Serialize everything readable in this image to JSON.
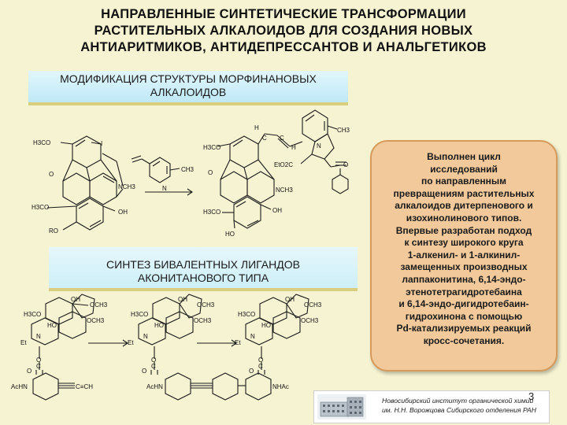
{
  "title": {
    "line1": "НАПРАВЛЕННЫЕ СИНТЕТИЧЕСКИЕ ТРАНСФОРМАЦИИ",
    "line2": "РАСТИТЕЛЬНЫХ АЛКАЛОИДОВ  ДЛЯ СОЗДАНИЯ НОВЫХ",
    "line3": "АНТИАРИТМИКОВ, АНТИДЕПРЕССАНТОВ И АНАЛЬГЕТИКОВ"
  },
  "banner_morphinan": {
    "line1": "МОДИФИКАЦИЯ СТРУКТУРЫ МОРФИНАНОВЫХ",
    "line2": "АЛКАЛОИДОВ"
  },
  "banner_aconite": {
    "line1": "СИНТЕЗ БИВАЛЕНТНЫХ ЛИГАНДОВ",
    "line2": "АКОНИТАНОВОГО ТИПА"
  },
  "callout": {
    "lines": [
      "Выполнен цикл",
      "исследований",
      "по направленным",
      "превращениям растительных",
      "алкалоидов дитерпенового и",
      "изохинолинового типов.",
      "Впервые разработан подход",
      "к синтезу широкого круга",
      "1-алкенил- и 1-алкинил-",
      "замещенных производных",
      "лаппаконитина, 6,14-эндо-",
      "этенотетрагидротебаина",
      "и 6,14-эндо-дигидротебаин-",
      "гидрохинона с помощью",
      "Pd-катализируемых реакций",
      "кросс-сочетания."
    ]
  },
  "chem_labels": {
    "h3co_1": "H3CO",
    "i_1": "I",
    "o_1": "O",
    "nch3_1": "NCH3",
    "h3co_2": "H3CO",
    "oh_1": "OH",
    "ro_1": "RO",
    "ch3_reagent": "CH3",
    "n_reagent": "N",
    "h_top": "H",
    "c_top1": "C",
    "c_top2": "C",
    "h_mid": "H",
    "ch3_top": "CH3",
    "n_top": "N",
    "h3co_3": "H3CO",
    "o_2": "O",
    "nch3_2": "NCH3",
    "h3co_4": "H3CO",
    "oh_2": "OH",
    "ho_1": "HO",
    "eto2c": "EtO2C",
    "o_ketone": "O",
    "och3_a1": "OCH3",
    "oh_a1": "OH",
    "och3_a2": "OCH3",
    "h3co_a1": "H3CO",
    "ho_a1": "HO",
    "et_a1": "Et",
    "n_a1": "N",
    "o_a1": "O",
    "c_a1": "C",
    "o_a1b": "O",
    "achn_a1": "AcHN",
    "ch_a1": "C≡CH",
    "och3_b1": "OCH3",
    "oh_b1": "OH",
    "och3_b2": "OCH3",
    "h3co_b1": "H3CO",
    "ho_b1": "HO",
    "et_b1": "Et",
    "n_b1": "N",
    "o_b1": "O",
    "c_b1": "C",
    "o_b1b": "O",
    "achn_b1": "AcHN",
    "och3_c1": "OCH3",
    "oh_c1": "OH",
    "och3_c2": "OCH3",
    "h3co_c1": "H3CO",
    "ho_c1": "HO",
    "et_c1": "Et",
    "n_c1": "N",
    "o_c1": "O",
    "c_c1": "C",
    "o_c1b": "O",
    "nhac_c1": "NHAc"
  },
  "footer": {
    "line1": "Новосибирский  институт  органической  химии",
    "line2": "им. Н.Н. Ворожцова Сибирского отделения РАН",
    "page": "3"
  }
}
